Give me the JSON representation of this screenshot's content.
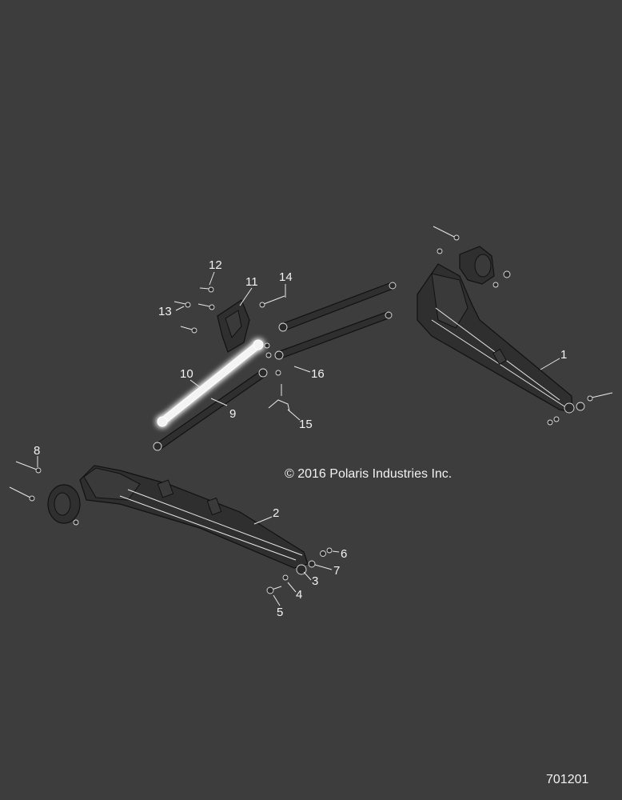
{
  "callouts": [
    "1",
    "2",
    "3",
    "4",
    "5",
    "6",
    "7",
    "8",
    "9",
    "10",
    "11",
    "12",
    "13",
    "14",
    "15",
    "16"
  ],
  "highlighted_part": "10",
  "copyright": "© 2016 Polaris Industries Inc.",
  "figure_number": "701201",
  "colors": {
    "background": "#3d3d3d",
    "line": "#f2f2f2",
    "highlight_glow": "#ffffff"
  }
}
